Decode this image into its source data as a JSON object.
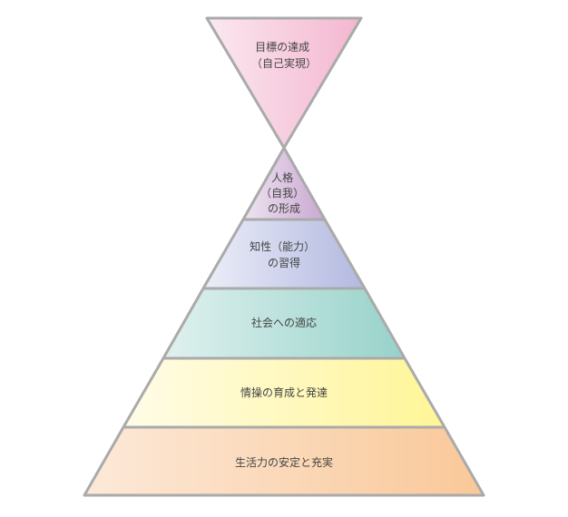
{
  "top": {
    "lines": [
      "目標の達成",
      "（自己実現）"
    ],
    "colors": [
      "#fbe8f0",
      "#f3b6cf"
    ]
  },
  "levels": [
    {
      "lines": [
        "人格",
        "（自我）",
        "の形成"
      ],
      "colors": [
        "#eee4f0",
        "#c9a8d2"
      ]
    },
    {
      "lines": [
        "知性（能力）",
        "の習得"
      ],
      "colors": [
        "#eceef8",
        "#b2b8e0"
      ]
    },
    {
      "lines": [
        "社会への適応"
      ],
      "colors": [
        "#e0f1ef",
        "#97d2ca"
      ]
    },
    {
      "lines": [
        "情操の育成と発達"
      ],
      "colors": [
        "#fffce8",
        "#fff597"
      ]
    },
    {
      "lines": [
        "生活力の安定と充実"
      ],
      "colors": [
        "#fde9d9",
        "#f9c898"
      ]
    }
  ],
  "stroke": "#aaaaaa"
}
